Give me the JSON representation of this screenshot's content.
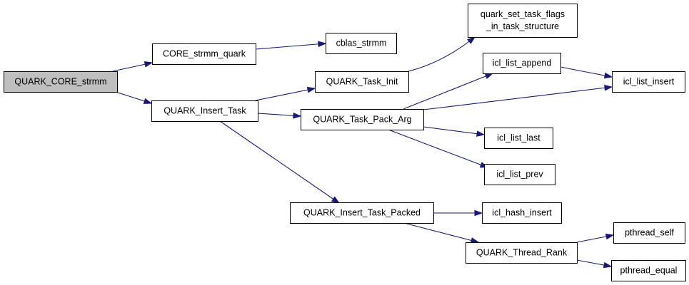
{
  "colors": {
    "edge": "#191970",
    "root_fill": "#bfbfbf",
    "node_fill": "#ffffff",
    "node_border": "#000000"
  },
  "nodes": [
    {
      "id": "n0",
      "lines": [
        "QUARK_CORE_strmm"
      ],
      "root": true
    },
    {
      "id": "n1",
      "lines": [
        "CORE_strmm_quark"
      ]
    },
    {
      "id": "n2",
      "lines": [
        "cblas_strmm"
      ]
    },
    {
      "id": "n3",
      "lines": [
        "QUARK_Insert_Task"
      ]
    },
    {
      "id": "n4",
      "lines": [
        "QUARK_Task_Init"
      ]
    },
    {
      "id": "n5",
      "lines": [
        "quark_set_task_flags",
        "_in_task_structure"
      ]
    },
    {
      "id": "n6",
      "lines": [
        "QUARK_Task_Pack_Arg"
      ]
    },
    {
      "id": "n7",
      "lines": [
        "icl_list_append"
      ]
    },
    {
      "id": "n8",
      "lines": [
        "icl_list_insert"
      ]
    },
    {
      "id": "n9",
      "lines": [
        "icl_list_last"
      ]
    },
    {
      "id": "n10",
      "lines": [
        "icl_list_prev"
      ]
    },
    {
      "id": "n11",
      "lines": [
        "QUARK_Insert_Task_Packed"
      ]
    },
    {
      "id": "n12",
      "lines": [
        "icl_hash_insert"
      ]
    },
    {
      "id": "n13",
      "lines": [
        "QUARK_Thread_Rank"
      ]
    },
    {
      "id": "n14",
      "lines": [
        "pthread_self"
      ]
    },
    {
      "id": "n15",
      "lines": [
        "pthread_equal"
      ]
    }
  ],
  "edges": [
    [
      "n0",
      "n1"
    ],
    [
      "n0",
      "n3"
    ],
    [
      "n1",
      "n2"
    ],
    [
      "n3",
      "n4"
    ],
    [
      "n3",
      "n6"
    ],
    [
      "n3",
      "n11"
    ],
    [
      "n4",
      "n5"
    ],
    [
      "n6",
      "n7"
    ],
    [
      "n6",
      "n8"
    ],
    [
      "n6",
      "n9"
    ],
    [
      "n6",
      "n10"
    ],
    [
      "n7",
      "n8"
    ],
    [
      "n11",
      "n12"
    ],
    [
      "n11",
      "n13"
    ],
    [
      "n13",
      "n14"
    ],
    [
      "n13",
      "n15"
    ]
  ]
}
